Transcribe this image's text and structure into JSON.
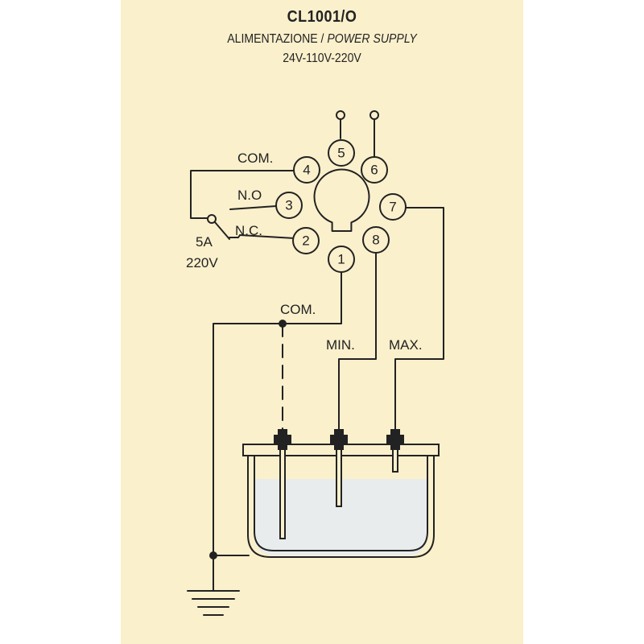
{
  "header": {
    "model": "CL1001/O",
    "supply_it": "ALIMENTAZIONE /",
    "supply_en": "POWER SUPPLY",
    "voltages": "24V-110V-220V"
  },
  "socket": {
    "pins": [
      "1",
      "2",
      "3",
      "4",
      "5",
      "6",
      "7",
      "8"
    ]
  },
  "relay_labels": {
    "com": "COM.",
    "no": "N.O",
    "nc": "N.C.",
    "current": "5A",
    "voltage": "220V"
  },
  "probe_labels": {
    "com": "COM.",
    "min": "MIN.",
    "max": "MAX."
  },
  "colors": {
    "background": "#fbf0cc",
    "line": "#222222",
    "liquid": "#e8ecec"
  }
}
